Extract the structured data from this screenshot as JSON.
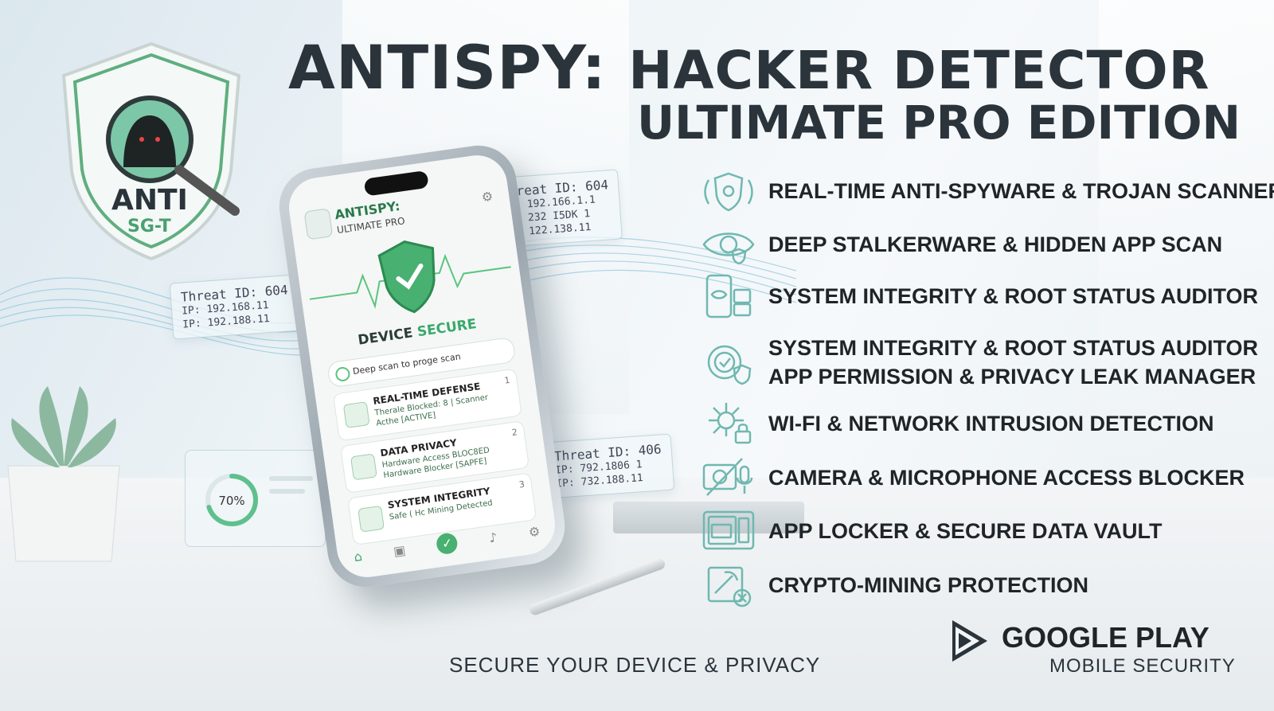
{
  "header": {
    "title_part1": "ANTISPY:",
    "title_part2": "HACKER DETECTOR",
    "subtitle": "ULTIMATE PRO EDITION"
  },
  "logo": {
    "line1": "ANTI",
    "line2": "SG-T"
  },
  "features": [
    {
      "icon": "radar-shield-icon",
      "label": "REAL-TIME ANTI-SPYWARE & TROJAN SCANNER"
    },
    {
      "icon": "eye-shield-icon",
      "label": "DEEP STALKERWARE & HIDDEN APP SCAN"
    },
    {
      "icon": "phone-eye-icon",
      "label": "SYSTEM INTEGRITY & ROOT STATUS AUDITOR"
    },
    {
      "icon": "gear-shield-icon",
      "label": "SYSTEM INTEGRITY & ROOT STATUS AUDITOR",
      "label2": "APP PERMISSION & PRIVACY LEAK MANAGER"
    },
    {
      "icon": "network-lock-icon",
      "label": "WI-FI & NETWORK INTRUSION DETECTION"
    },
    {
      "icon": "camera-mic-off-icon",
      "label": "CAMERA & MICROPHONE ACCESS BLOCKER"
    },
    {
      "icon": "vault-icon",
      "label": "APP LOCKER & SECURE DATA VAULT"
    },
    {
      "icon": "chip-pickaxe-icon",
      "label": "CRYPTO-MINING PROTECTION"
    }
  ],
  "threat_cards": [
    {
      "title": "Threat ID: 604",
      "ip1": "IP: 192.168.11",
      "ip2": "IP: 192.188.11"
    },
    {
      "title": "Threat ID: 604",
      "ip1": "IP: 192.166.1.1",
      "ip2": "IP: 232 I5DK 1",
      "ip3": "IP: 122.138.11"
    },
    {
      "title": "Threat ID: 406",
      "ip1": "IP: 792.1806 1",
      "ip2": "IP: 732.188.11"
    }
  ],
  "progress_widget": {
    "percent_label": "70%",
    "percent": 70
  },
  "phone": {
    "app_title": "ANTISPY:",
    "app_subtitle": "ULTIMATE PRO",
    "status_prefix": "DEVICE",
    "status_word": "SECURE",
    "scan_text": "Deep scan to proge scan",
    "cards": [
      {
        "title": "REAL-TIME DEFENSE",
        "line1": "Therale Blocked: 8 | Scanner",
        "line2": "Acthe [ACTIVE]",
        "num": "1"
      },
      {
        "title": "DATA PRIVACY",
        "line1": "Hardware Access BLOC8ED",
        "line2": "Hardware Blocker [SAPFE]",
        "num": "2"
      },
      {
        "title": "SYSTEM INTEGRITY",
        "line1": "Safe ( Hc Mining Detected",
        "line2": "",
        "num": "3"
      }
    ]
  },
  "footer": {
    "tagline": "SECURE YOUR DEVICE & PRIVACY",
    "store_name": "GOOGLE PLAY",
    "store_sub": "MOBILE SECURITY"
  },
  "colors": {
    "accent": "#3aa86b",
    "teal": "#6fb8b0",
    "text": "#2b333b"
  }
}
